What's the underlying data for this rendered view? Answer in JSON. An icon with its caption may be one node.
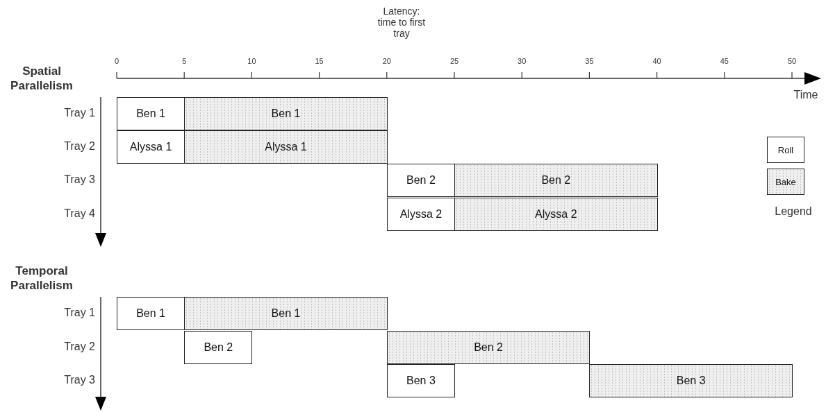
{
  "diagram": {
    "nodes": [
      {
        "text": [
          "Ben 1"
        ]
      },
      {
        "text": [
          "Ben 1"
        ]
      },
      {
        "text": [
          "Alyssa 1"
        ]
      },
      {
        "text": [
          "Alyssa 1"
        ]
      },
      {
        "text": [
          "Ben 2"
        ]
      },
      {
        "text": [
          "Ben 2"
        ]
      },
      {
        "text": [
          "Alyssa 2"
        ]
      },
      {
        "text": [
          "Alyssa 2"
        ]
      },
      {
        "text": [
          "Ben 1"
        ]
      },
      {
        "text": [
          "Ben 1"
        ]
      },
      {
        "text": [
          "Ben 2"
        ]
      },
      {
        "text": [
          "Ben 2"
        ]
      },
      {
        "text": [
          "Ben 3"
        ]
      },
      {
        "text": [
          "Ben 3"
        ]
      }
    ],
    "edges": [],
    "labels": [
      "Latency: time to first tray",
      "Spatial Parallelism",
      "0",
      "5",
      "10",
      "15",
      "20",
      "25",
      "30",
      "35",
      "40",
      "45",
      "50",
      "Time",
      "Tray 1",
      "Tray 2",
      "Tray 3",
      "Tray 4",
      "Legend",
      "Temporal Parallelism",
      "Tray 1",
      "Tray 2",
      "Tray 3"
    ],
    "legend": [
      {
        "text": "Roll",
        "color": "#ffffff"
      },
      {
        "text": "Bake",
        "color": "#efefef"
      }
    ]
  }
}
